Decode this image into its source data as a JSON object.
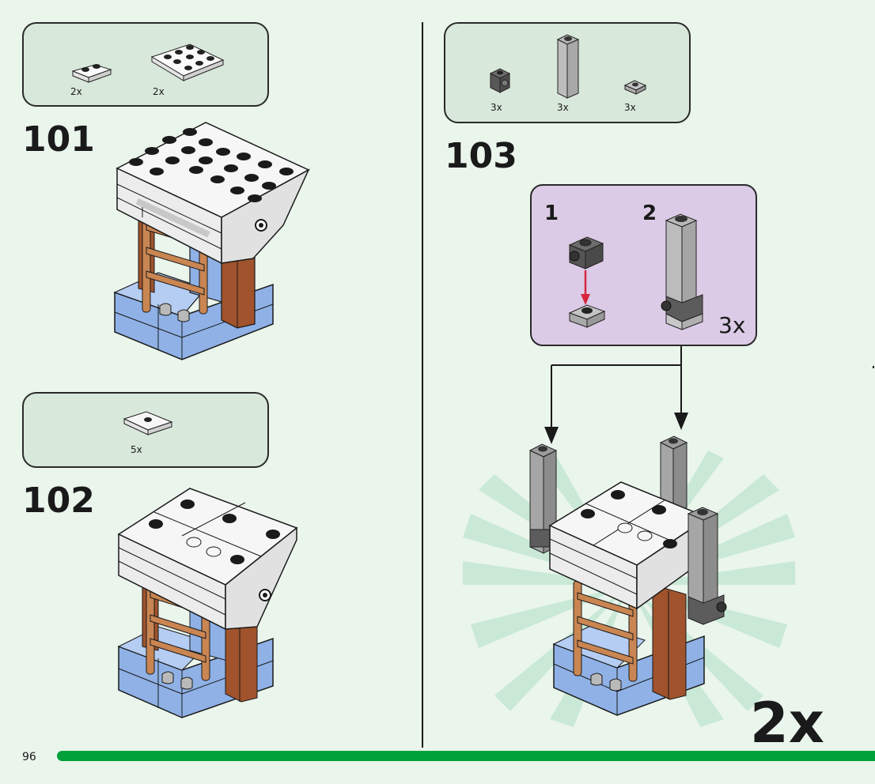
{
  "page": {
    "number": "96",
    "accent_color": "#00a13a",
    "background_color": "#eaf5ec",
    "parts_box_color": "#d8e8da",
    "submodel_box_color": "#dccbe6"
  },
  "steps": [
    {
      "number": "101",
      "parts": [
        {
          "name": "white-plate-1x2",
          "qty": "2x"
        },
        {
          "name": "white-plate-3x3",
          "qty": "2x"
        }
      ]
    },
    {
      "number": "102",
      "parts": [
        {
          "name": "white-tile-2x2-with-center-stud",
          "qty": "5x"
        }
      ]
    },
    {
      "number": "103",
      "parts": [
        {
          "name": "dark-gray-brick-1x1-with-side-stud",
          "qty": "3x"
        },
        {
          "name": "light-gray-brick-1x1x4",
          "qty": "3x"
        },
        {
          "name": "light-gray-plate-1x1",
          "qty": "3x"
        }
      ],
      "submodel": {
        "substeps": [
          {
            "number": "1"
          },
          {
            "number": "2"
          }
        ],
        "qty": "3x"
      },
      "build_multiplier": "2x"
    }
  ]
}
